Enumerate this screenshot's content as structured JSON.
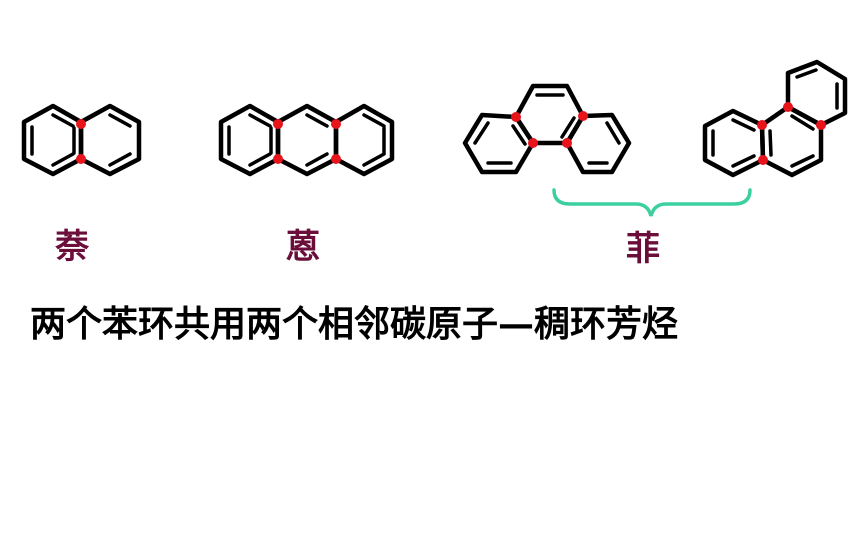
{
  "slide": {
    "labels": {
      "naphthalene": "萘",
      "anthracene": "蒽",
      "phenanthrene": "菲"
    },
    "caption": "两个苯环共用两个相邻碳原子—稠环芳烃",
    "colors": {
      "bond": "#000000",
      "shared_atom": "#e8141c",
      "label": "#6b0f3a",
      "brace": "#3ccf9f",
      "caption": "#000000"
    },
    "structures": [
      {
        "name": "naphthalene",
        "rings": 2,
        "shared_atoms": 2
      },
      {
        "name": "anthracene",
        "rings": 3,
        "shared_atoms": 4
      },
      {
        "name": "phenanthrene",
        "rings": 3,
        "shared_atoms": 4,
        "orientation": "horizontal"
      },
      {
        "name": "phenanthrene",
        "rings": 3,
        "shared_atoms": 4,
        "orientation": "angled"
      }
    ]
  }
}
